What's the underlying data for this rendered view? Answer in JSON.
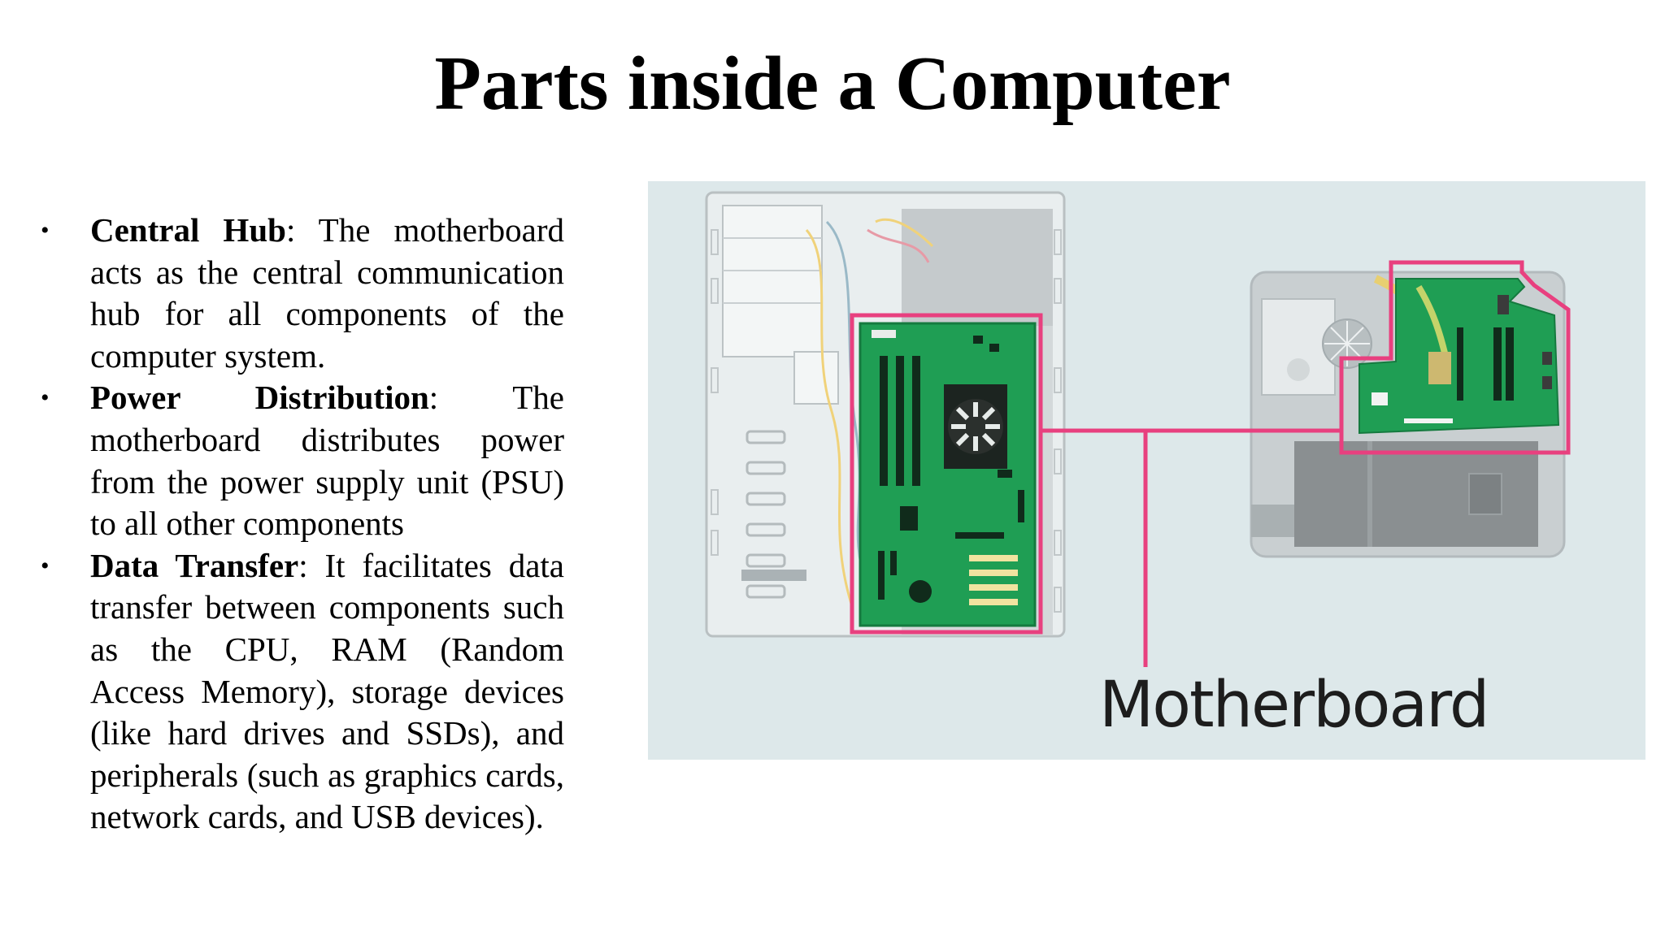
{
  "slide": {
    "title": "Parts inside a Computer"
  },
  "bullets": [
    {
      "term": "Central Hub",
      "sep": ": ",
      "text": "The motherboard acts as the central communication hub for all components of the computer system."
    },
    {
      "term": "Power Distribution",
      "sep": ": ",
      "text": "The motherboard distributes power from the power supply unit (PSU) to all other components"
    },
    {
      "term": "Data Transfer",
      "sep": ": ",
      "text": "It facilitates data transfer between components such as the CPU, RAM (Random Access Memory), storage devices (like hard drives and SSDs), and peripherals (such as graphics cards, network cards, and USB devices)."
    }
  ],
  "figure": {
    "label": "Motherboard",
    "colors": {
      "background": "#dde8ea",
      "highlight": "#e8407f",
      "board": "#1f9e54",
      "case": "#c9cfd1"
    }
  }
}
